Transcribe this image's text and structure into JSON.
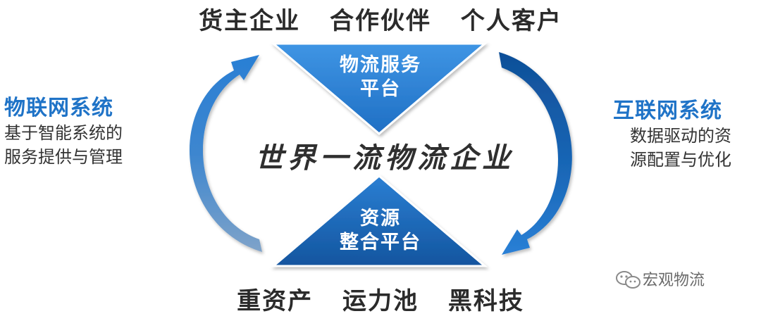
{
  "top_parties": [
    "货主企业",
    "合作伙伴",
    "个人客户"
  ],
  "bottom_assets": [
    "重资产",
    "运力池",
    "黑科技"
  ],
  "core_title": "世界一流物流企业",
  "top_platform": [
    "物流服务",
    "平台"
  ],
  "bottom_platform": [
    "资源",
    "整合平台"
  ],
  "left_system": {
    "title": "物联网系统",
    "desc_lines": [
      "基于智能系统的",
      "服务提供与管理"
    ]
  },
  "right_system": {
    "title": "互联网系统",
    "desc_lines": [
      "数据驱动的资",
      "源配置与优化"
    ]
  },
  "watermark": "宏观物流",
  "colors": {
    "triangle_top": "#2f86db",
    "triangle_bottom": "#1c6cc0",
    "arrow_left": "#2a7fd4",
    "arrow_right": "#155fae",
    "accent_text": "#1f73c7"
  }
}
